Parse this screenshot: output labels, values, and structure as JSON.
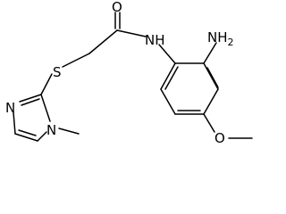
{
  "molecule": {
    "atoms": {
      "carbonyl_oxygen": "O",
      "amide_nitrogen": "NH",
      "amino_group": {
        "main": "NH",
        "subscript": "2"
      },
      "sulfur": "S",
      "imidazole_nitrogen_ring": "N",
      "imidazole_nitrogen_methylated": "N",
      "methoxy_oxygen": "O"
    }
  }
}
